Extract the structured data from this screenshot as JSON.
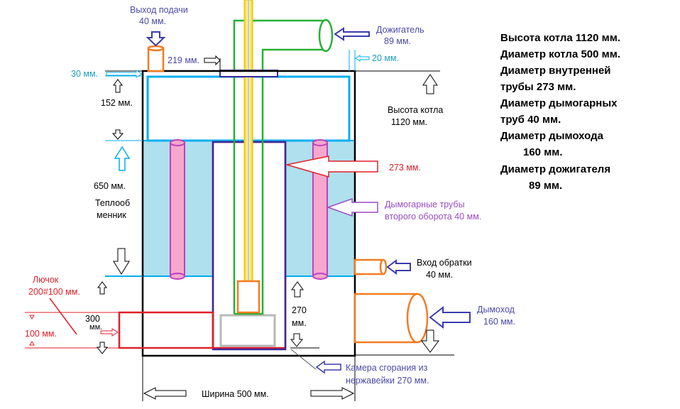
{
  "labels": {
    "supply_outlet_1": "Выход подачи",
    "supply_outlet_2": "40 мм.",
    "afterburner_1": "Дожигатель",
    "afterburner_2": "89 мм.",
    "dim_219": "219 мм.",
    "dim_20": "20 мм.",
    "dim_30": "30 мм.",
    "dim_152": "152 мм.",
    "boiler_height_1": "Высота котла",
    "boiler_height_2": "1120 мм.",
    "dim_273": "273 мм.",
    "dim_650": "650 мм.",
    "exchanger_1": "Теплооб",
    "exchanger_2": "менник",
    "fire_tubes_1": "Дымогарные трубы",
    "fire_tubes_2": "второго оборота 40 мм.",
    "return_inlet_1": "Вход обратки",
    "return_inlet_2": "40 мм.",
    "hatch_1": "Лючок",
    "hatch_2": "200#100 мм.",
    "dim_300_1": "300",
    "dim_300_2": "мм.",
    "dim_100": "100 мм.",
    "dim_270_1": "270",
    "dim_270_2": "мм.",
    "chimney_1": "Дымоход",
    "chimney_2": "160 мм.",
    "chamber_1": "Камера сгорания из",
    "chamber_2": "нержавейки 270 мм.",
    "width": "Ширина 500 мм."
  },
  "specs": {
    "line1": "Высота котла 1120 мм.",
    "line2": "Диаметр котла 500 мм.",
    "line3": "Диаметр внутренней",
    "line4": "трубы 273 мм.",
    "line5": "Диаметр дымогарных",
    "line6": "труб 40 мм.",
    "line7": "Диаметр дымохода",
    "line8": "160 мм.",
    "line9": "Диаметр дожигателя",
    "line10": "89 мм."
  },
  "colors": {
    "boiler_outline": "#000000",
    "water_fill": "#aee0ee",
    "water_outline": "#00aeef",
    "fire_tube_fill": "#f6a8cc",
    "fire_tube_outline": "#c040c0",
    "inner_pipe": "#e0202a",
    "chamber": "#3a2a9a",
    "afterburner": "#27b033",
    "pipe_orange": "#f47b20",
    "arrow_blue": "#3b3bb0",
    "label_blue": "#4a4aa8",
    "label_cyan": "#1aa0c0",
    "label_red": "#e0202a",
    "label_purple": "#9b4bc4",
    "chimney_flue": "#f3c200",
    "grate": "#b8b8b8"
  }
}
